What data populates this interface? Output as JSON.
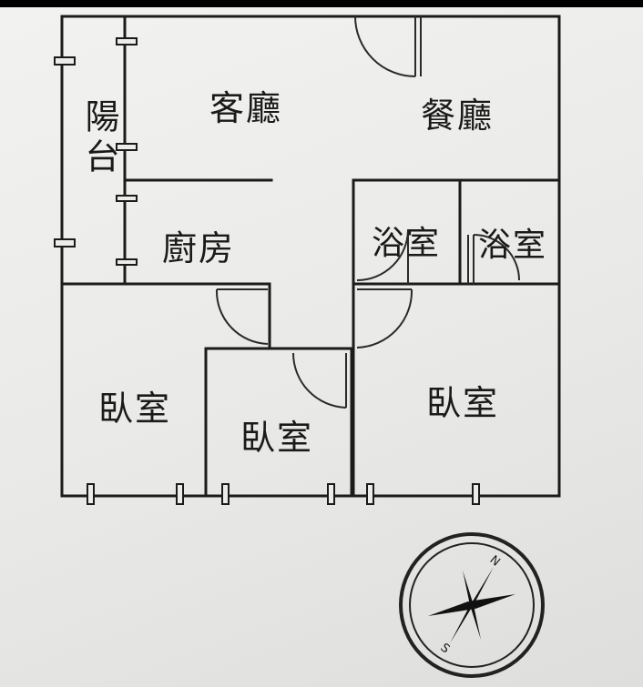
{
  "floor_plan": {
    "rooms": {
      "living_room": "客廳",
      "dining_room": "餐廳",
      "balcony": "陽台",
      "kitchen": "廚房",
      "bathroom_1": "浴室",
      "bathroom_2": "浴室",
      "bedroom_left": "臥室",
      "bedroom_middle": "臥室",
      "bedroom_right": "臥室"
    },
    "compass": {
      "north_label": "N",
      "south_label": "S"
    },
    "colors": {
      "wall": "#1b1b1b",
      "paper": "#ececea",
      "compass_fill": "#111111"
    }
  }
}
